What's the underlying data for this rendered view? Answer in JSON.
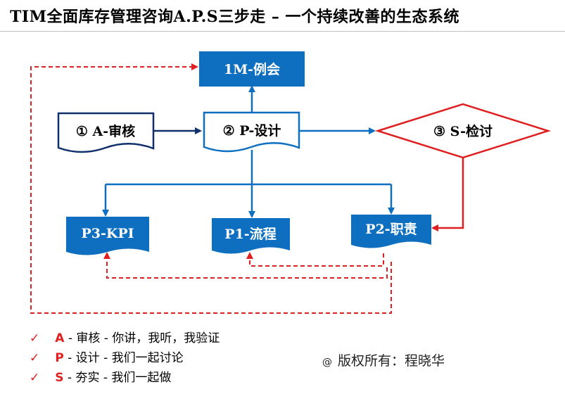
{
  "title": "TIM全面库存管理咨询A.P.S三步走 – 一个持续改善的生态系统",
  "colors": {
    "blue_fill": "#0e6fc1",
    "navy": "#10306b",
    "red": "#e02020"
  },
  "nodes": {
    "meeting": "1M-例会",
    "audit": "① A-审核",
    "design": "② P-设计",
    "review": "③ S-检讨",
    "kpi": "P3-KPI",
    "process": "P1-流程",
    "duty": "P2-职责"
  },
  "legend": [
    {
      "check": "✓",
      "letter": "A",
      "text": " - 审核 - 你讲，我听，我验证"
    },
    {
      "check": "✓",
      "letter": "P",
      "text": " - 设计 - 我们一起讨论"
    },
    {
      "check": "✓",
      "letter": "S",
      "text": " - 夯实 - 我们一起做"
    }
  ],
  "copyright": {
    "symbol": "@",
    "text": "版权所有：程晓华"
  }
}
